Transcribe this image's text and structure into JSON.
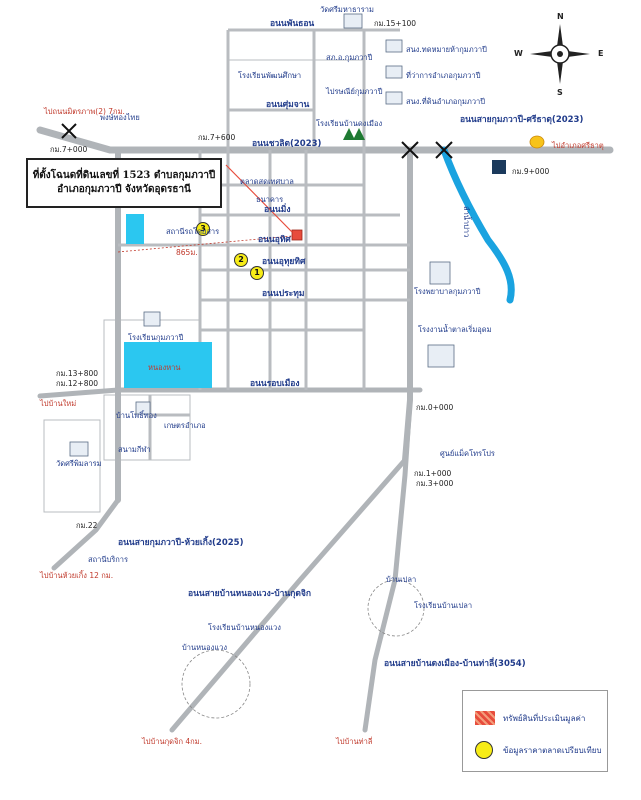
{
  "title": {
    "line1": "ที่ตั้งโฉนดที่ดินเลขที่  1523 ตำบลกุมภวาปี",
    "line2": "อำเภอกุมภวาปี จังหวัดอุดรธานี"
  },
  "compass": {
    "n": "N",
    "s": "S",
    "e": "E",
    "w": "W"
  },
  "roads": {
    "r2023_west": "อนนชวลิต(2023)",
    "r2023_east": "อนนสายกุมภวาปี-ศรีธาตุ(2023)",
    "phanthong": "อนนพันธอน",
    "sunpayan": "อนนศุ่มจาน",
    "ming": "อนนมิ่ง",
    "uchit": "อนนอุทิศ",
    "uthai": "อนนอุทุยทิศ",
    "pratitmai": "อนนประทุม",
    "rapmuang": "อนนรอบเมือง",
    "r2025": "อนนสายกุมภวาปี-ห้วยเกิ้ง(2025)",
    "nongngoen": "อนนสายบ้านหนองแวง-บ้านกุดจิก",
    "r3054": "อนนสายบ้านดงเมือง-บ้านท่าลี่(3054)",
    "dist": "865ม."
  },
  "places": {
    "wat_top": "วัดศรีมหาธาราม",
    "school_phatthana": "โรงเรียนพัฒนศึกษา",
    "school_town": "โรงเรียนบ้านดงเมือง",
    "school_kumpawapi": "โรงเรียนกุมภวาปี",
    "school_nongngoen": "โรงเรียนบ้านหนองแวง",
    "school_ban_pao": "โรงเรียนบ้านเปลา",
    "hospital": "โรงพยาบาลกุมภวาปี",
    "sugar_mill": "โรงงานน้ำตาลเริ่มอุดม",
    "district_office": "สนง.ทดหมายห้ากุมภวาปี",
    "police": "สภ.อ.กุมภวาปี",
    "post": "ไปรษณีย์กุมภวาปี",
    "court": "ที่ว่าการอำเภอกุมภวาปี",
    "land_office": "สนง.ที่ดินอำเภอกุมภวาปี",
    "market": "ตลาดสดเทศบาล",
    "wat_south": "วัดศรีพิมลารม",
    "ban_pao": "บ้านเปลา",
    "ban_nongngoen": "บ้านหนองแวง",
    "bank": "ธนาคาร",
    "station": "สถานีรถโดยสาร",
    "gas": "สถานีบริการ",
    "phua_thai": "พงษ์ทองไทย",
    "lake": "หนองหาน",
    "river": "ลำน้ำปาว",
    "ban_sang": "บ้านโพธิ์ทอง",
    "sanam": "สนามกีฬา",
    "kaset": "เกษตรอำเภอ",
    "sukhum": "ศูนย์แม็คโทรโปร"
  },
  "directions": {
    "to_udon": "ไปอำเภอศรีธาตุ",
    "to_nongkhai": "ไปถนนมิตรภาพ(2) 7กม.",
    "to_ban_kut": "ไปบ้านกุดจิก 4กม.",
    "to_ban_ta": "ไปบ้านท่าลี่",
    "to_huay": "ไปบ้านห้วยเกิ้ง 12 กม.",
    "to_ban_tai": "ไปบ้านใหม่"
  },
  "km": {
    "k7": "กม.7+000",
    "k9": "กม.9+000",
    "k12": "กม.12+800",
    "k13": "กม.13+800",
    "k15": "กม.15+100",
    "k22": "กม.22",
    "k0": "กม.0+000",
    "k3": "กม.3+000",
    "k1": "กม.1+000",
    "k7b": "กม.7+600"
  },
  "markers": [
    {
      "id": "1"
    },
    {
      "id": "2"
    },
    {
      "id": "3"
    }
  ],
  "legend": {
    "parcel": "ทรัพย์สินที่ประเมินมูลค่า",
    "point": "ข้อมูลราคาตลาดเปรียบเทียบ"
  },
  "colors": {
    "road": "#b0b4b8",
    "river": "#1aa3e0",
    "lake": "#2bc7f0",
    "parcel": "#e74c3c",
    "marker": "#f7ec17"
  }
}
